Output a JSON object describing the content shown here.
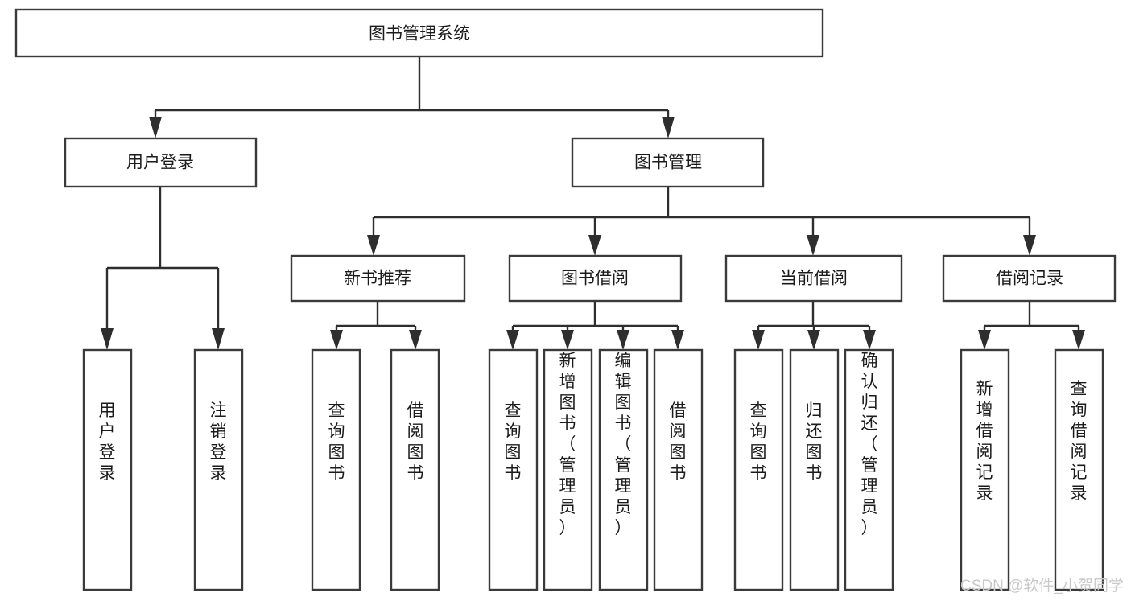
{
  "diagram": {
    "type": "tree-hierarchy",
    "title": "图书管理系统",
    "root": {
      "id": "root",
      "label": "图书管理系统",
      "orientation": "horizontal"
    },
    "level1": [
      {
        "id": "user-login",
        "label": "用户登录",
        "orientation": "horizontal"
      },
      {
        "id": "book-manage",
        "label": "图书管理",
        "orientation": "horizontal"
      }
    ],
    "level2": [
      {
        "id": "new-book-recommend",
        "label": "新书推荐",
        "parent": "book-manage",
        "orientation": "horizontal"
      },
      {
        "id": "book-borrow",
        "label": "图书借阅",
        "parent": "book-manage",
        "orientation": "horizontal"
      },
      {
        "id": "current-borrow",
        "label": "当前借阅",
        "parent": "book-manage",
        "orientation": "horizontal"
      },
      {
        "id": "borrow-record",
        "label": "借阅记录",
        "parent": "book-manage",
        "orientation": "horizontal"
      }
    ],
    "leaves": [
      {
        "id": "leaf-user-login",
        "label": "用户登录",
        "parent": "user-login",
        "orientation": "vertical"
      },
      {
        "id": "leaf-user-logout",
        "label": "注销登录",
        "parent": "user-login",
        "orientation": "vertical"
      },
      {
        "id": "leaf-query-book-1",
        "label": "查询图书",
        "parent": "new-book-recommend",
        "orientation": "vertical"
      },
      {
        "id": "leaf-borrow-book-1",
        "label": "借阅图书",
        "parent": "new-book-recommend",
        "orientation": "vertical"
      },
      {
        "id": "leaf-query-book-2",
        "label": "查询图书",
        "parent": "book-borrow",
        "orientation": "vertical"
      },
      {
        "id": "leaf-add-book",
        "label": "新增图书（管理员）",
        "parent": "book-borrow",
        "orientation": "vertical"
      },
      {
        "id": "leaf-edit-book",
        "label": "编辑图书（管理员）",
        "parent": "book-borrow",
        "orientation": "vertical"
      },
      {
        "id": "leaf-borrow-book-2",
        "label": "借阅图书",
        "parent": "book-borrow",
        "orientation": "vertical"
      },
      {
        "id": "leaf-query-book-3",
        "label": "查询图书",
        "parent": "current-borrow",
        "orientation": "vertical"
      },
      {
        "id": "leaf-return-book",
        "label": "归还图书",
        "parent": "current-borrow",
        "orientation": "vertical"
      },
      {
        "id": "leaf-confirm-return",
        "label": "确认归还（管理员）",
        "parent": "current-borrow",
        "orientation": "vertical"
      },
      {
        "id": "leaf-add-record",
        "label": "新增借阅记录",
        "parent": "borrow-record",
        "orientation": "vertical"
      },
      {
        "id": "leaf-query-record",
        "label": "查询借阅记录",
        "parent": "borrow-record",
        "orientation": "vertical"
      }
    ],
    "colors": {
      "background": "#ffffff",
      "box_fill": "#ffffff",
      "box_stroke": "#3a3a3a",
      "connector": "#2e2e2e",
      "text": "#1b1b1b",
      "watermark": "#c9c9c9"
    }
  },
  "watermark": {
    "label": "CSDN @软件_小贺同学"
  }
}
